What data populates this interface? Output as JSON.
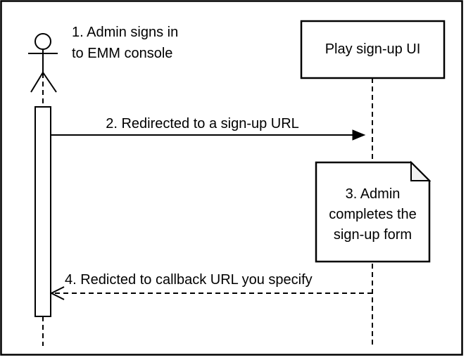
{
  "diagram": {
    "type": "uml-sequence-diagram",
    "colors": {
      "stroke": "#000000",
      "shape_fill": "#ffffff",
      "note_fold_fill": "#f2f2f2",
      "arrowhead_fill": "#000000"
    },
    "participants": {
      "admin_actor": {
        "shape": "stick-figure",
        "annotation_lines": [
          "1. Admin signs in",
          "to EMM console"
        ]
      },
      "play_signup_ui": {
        "shape": "rectangle",
        "label": "Play sign-up UI"
      }
    },
    "messages": {
      "step2": {
        "label": "2. Redirected to a sign-up URL",
        "line_style": "solid",
        "arrowhead": "filled-triangle",
        "direction": "left-to-right"
      },
      "step4": {
        "label": "4. Redicted to callback URL you specify",
        "line_style": "dashed",
        "arrowhead": "open",
        "direction": "right-to-left"
      }
    },
    "note": {
      "shape": "dog-ear-note",
      "lines": [
        "3. Admin",
        "completes the",
        "sign-up form"
      ]
    }
  }
}
